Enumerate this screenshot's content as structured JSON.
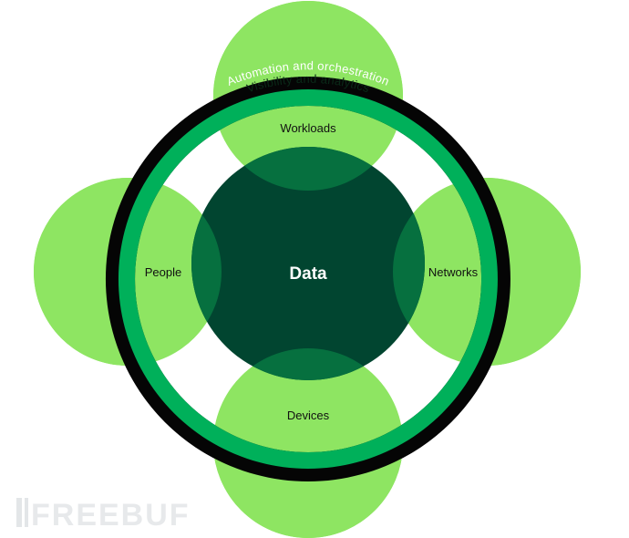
{
  "colors": {
    "light_green": "#8ee562",
    "bright_green": "#00b05a",
    "mid_green": "#06703f",
    "dark_green": "#014530",
    "ring_black": "#050505",
    "watermark_grey": "#e3e6e8"
  },
  "diagram": {
    "center": {
      "label": "Data"
    },
    "nodes": [
      {
        "id": "workloads",
        "label": "Workloads"
      },
      {
        "id": "people",
        "label": "People"
      },
      {
        "id": "networks",
        "label": "Networks"
      },
      {
        "id": "devices",
        "label": "Devices"
      }
    ],
    "rings": {
      "outer": {
        "label": "Automation and orchestration"
      },
      "inner": {
        "label": "Visibility and analytics"
      }
    }
  },
  "watermark": {
    "text": "FREEBUF"
  }
}
